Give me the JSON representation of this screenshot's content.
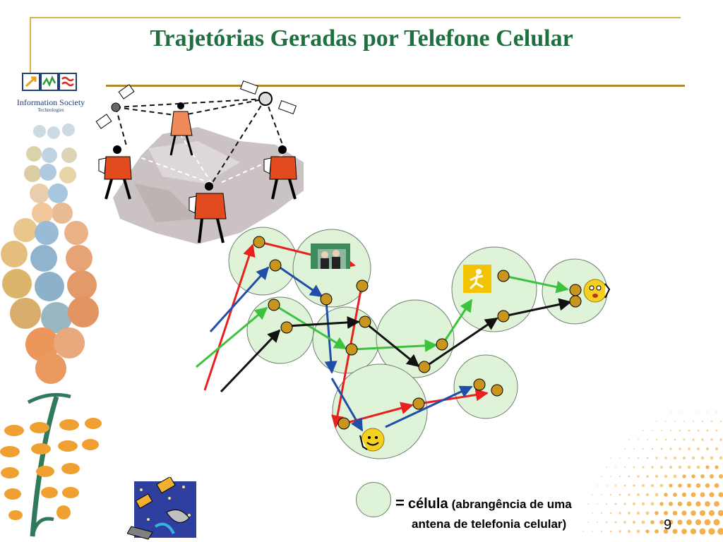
{
  "slide": {
    "title": "Trajetórias Geradas por Telefone Celular",
    "page_number": "9"
  },
  "logo": {
    "text_line1": "Information Society",
    "text_line2": "Technologies"
  },
  "legend": {
    "equals": "=",
    "term": "célula",
    "description_part1": "(abrangência de uma",
    "description_part2": "antena de telefonia celular)"
  },
  "colors": {
    "title": "#1f6f3f",
    "cell_fill": "#dff3d8",
    "cell_stroke": "#6f7f6f",
    "node_fill": "#c8961e",
    "trajectory_red": "#e8201e",
    "trajectory_blue": "#1f4fa8",
    "trajectory_green": "#3cc23c",
    "trajectory_black": "#111111",
    "accent_gold": "#d9b24a"
  },
  "icons": [
    "satellite-icon",
    "person-phone-icon",
    "smiley-phone-icon",
    "meeting-photo-icon",
    "runner-icon",
    "space-clipart-icon"
  ]
}
